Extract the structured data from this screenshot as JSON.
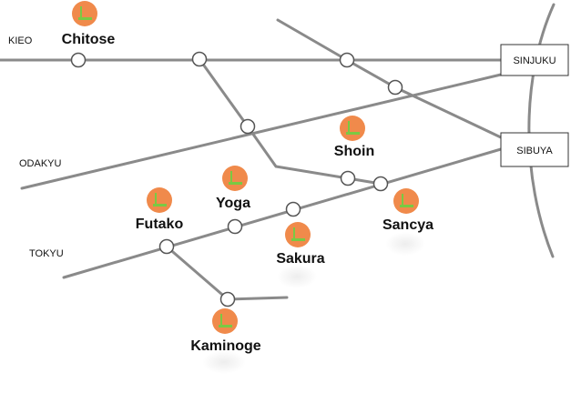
{
  "colors": {
    "rail": "#8a8a8a",
    "marker": "#f08a4b",
    "marker_glyph": "#7ac943",
    "station_fill": "#ffffff",
    "station_stroke": "#555555",
    "text": "#111111"
  },
  "lines": {
    "kieo": "KIEO",
    "odakyu": "ODAKYU",
    "tokyu": "TOKYU"
  },
  "terminals": {
    "sinjuku": "SINJUKU",
    "sibuya": "SIBUYA"
  },
  "places": {
    "chitose": "Chitose",
    "shoin": "Shoin",
    "yoga": "Yoga",
    "futako": "Futako",
    "sancya": "Sancya",
    "sakura": "Sakura",
    "kaminoge": "Kaminoge"
  },
  "marker_icon": "person-pin-icon"
}
